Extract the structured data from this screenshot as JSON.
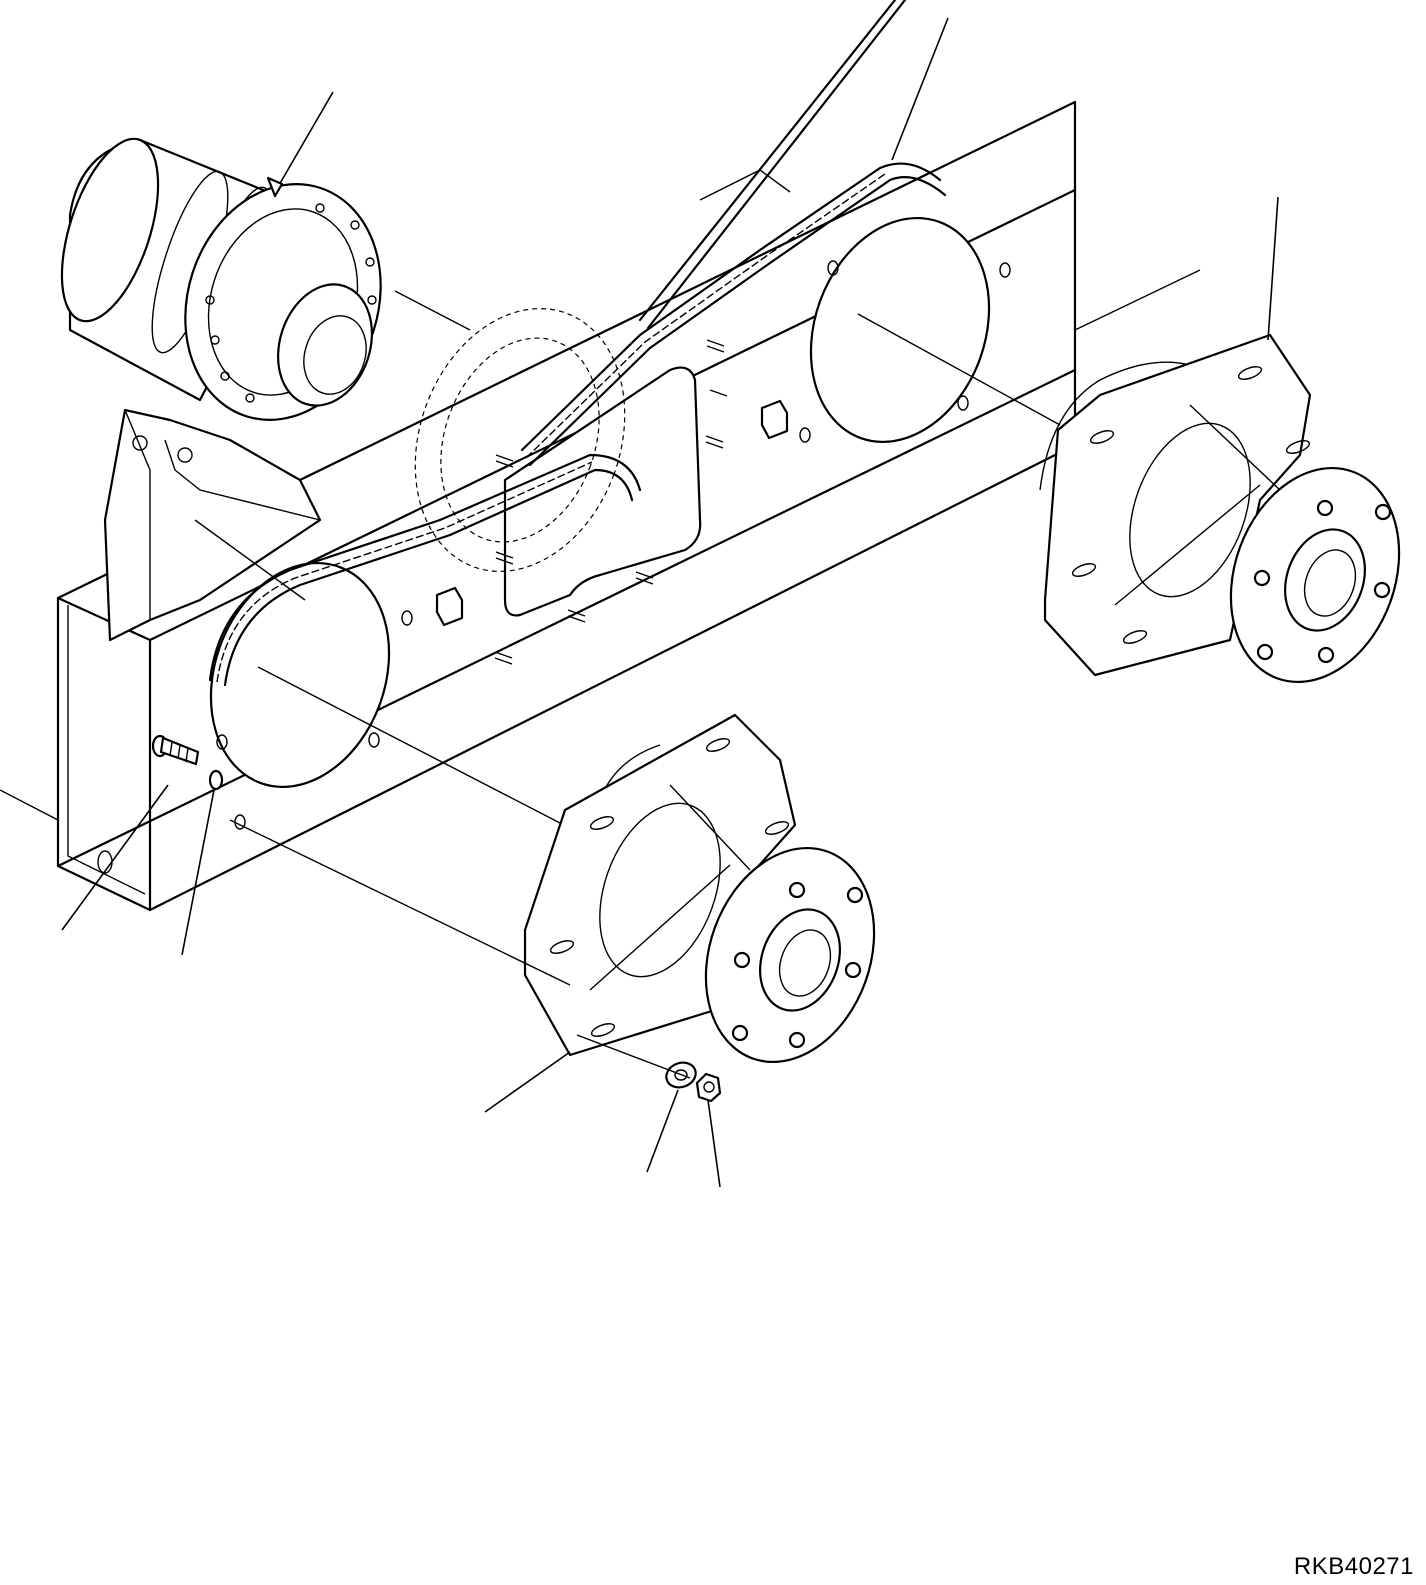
{
  "drawing": {
    "reference_code": "RKB40271"
  },
  "parts": [
    {
      "name": "hydraulic-drive-motor-with-sprocket"
    },
    {
      "name": "drive-chain-rear"
    },
    {
      "name": "drive-chain-front"
    },
    {
      "name": "chaincase-frame"
    },
    {
      "name": "axle-housing-rear"
    },
    {
      "name": "axle-housing-front"
    },
    {
      "name": "bolt"
    },
    {
      "name": "o-ring"
    },
    {
      "name": "washer"
    },
    {
      "name": "nut"
    }
  ]
}
